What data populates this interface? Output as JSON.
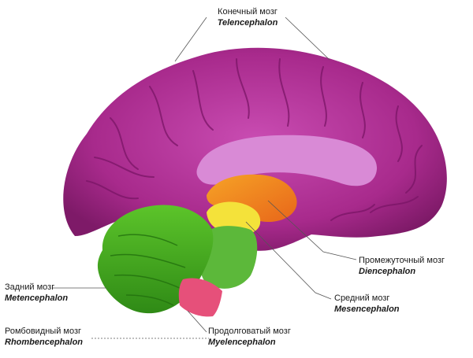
{
  "labels": {
    "telencephalon": {
      "ru": "Конечный мозг",
      "la": "Telencephalon"
    },
    "diencephalon": {
      "ru": "Промежуточный мозг",
      "la": "Diencephalon"
    },
    "mesencephalon": {
      "ru": "Средний мозг",
      "la": "Mesencephalon"
    },
    "myelencephalon": {
      "ru": "Продолговатый мозг",
      "la": "Myelencephalon"
    },
    "metencephalon": {
      "ru": "Задний мозг",
      "la": "Metencephalon"
    },
    "rhombencephalon": {
      "ru": "Ромбовидный мозг",
      "la": "Rhombencephalon"
    }
  },
  "colors": {
    "telencephalon": "#b6329a",
    "diencephalon": "#f08a1e",
    "mesencephalon": "#f4e23a",
    "metencephalon": "#3ea81e",
    "myelencephalon": "#e6507a",
    "leader_line": "#555555"
  }
}
